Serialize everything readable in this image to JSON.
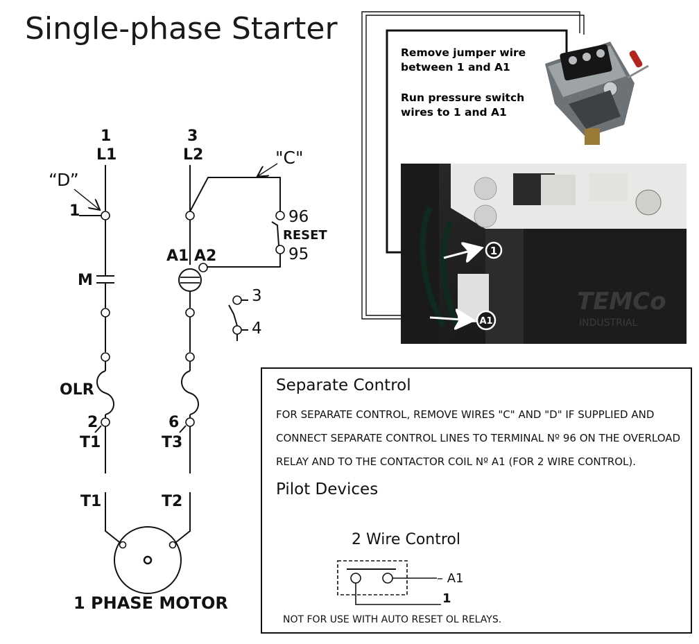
{
  "title": "Single-phase Starter",
  "labels": {
    "l1_num": "1",
    "l1_name": "L1",
    "l2_num": "3",
    "l2_name": "L2",
    "wire_c": "\"C\"",
    "wire_d": "“D”",
    "term_1": "1",
    "term_96": "96",
    "reset": "RESET",
    "term_95": "95",
    "a1a2": "A1 A2",
    "m": "M",
    "aux_3": "3",
    "aux_4": "4",
    "olr": "OLR",
    "t1_num": "2",
    "t1_name": "T1",
    "t3_num": "6",
    "t3_name": "T3",
    "motor_t1": "T1",
    "motor_t2": "T2",
    "motor": "1 PHASE MOTOR"
  },
  "photo_note": {
    "line1": "Remove jumper wire",
    "line2": "between 1 and A1",
    "line3": "Run pressure switch",
    "line4": "wires to 1 and A1",
    "mark_1": "1",
    "mark_a1": "A1",
    "watermark": "TEMCo",
    "watermark_sub": "INDUSTRIAL"
  },
  "separate_control": {
    "heading": "Separate Control",
    "line1": "FOR SEPARATE CONTROL, REMOVE WIRES \"C\" AND \"D\" IF SUPPLIED AND",
    "line2": "CONNECT SEPARATE CONTROL LINES TO TERMINAL Nº 96 ON THE OVERLOAD",
    "line3": "RELAY AND TO THE CONTACTOR COIL Nº A1 (FOR 2 WIRE CONTROL).",
    "pilot_heading": "Pilot Devices",
    "two_wire": "2 Wire Control",
    "a1_label": "– A1",
    "one_label": "1",
    "footer": "NOT FOR USE WITH AUTO RESET OL RELAYS."
  }
}
